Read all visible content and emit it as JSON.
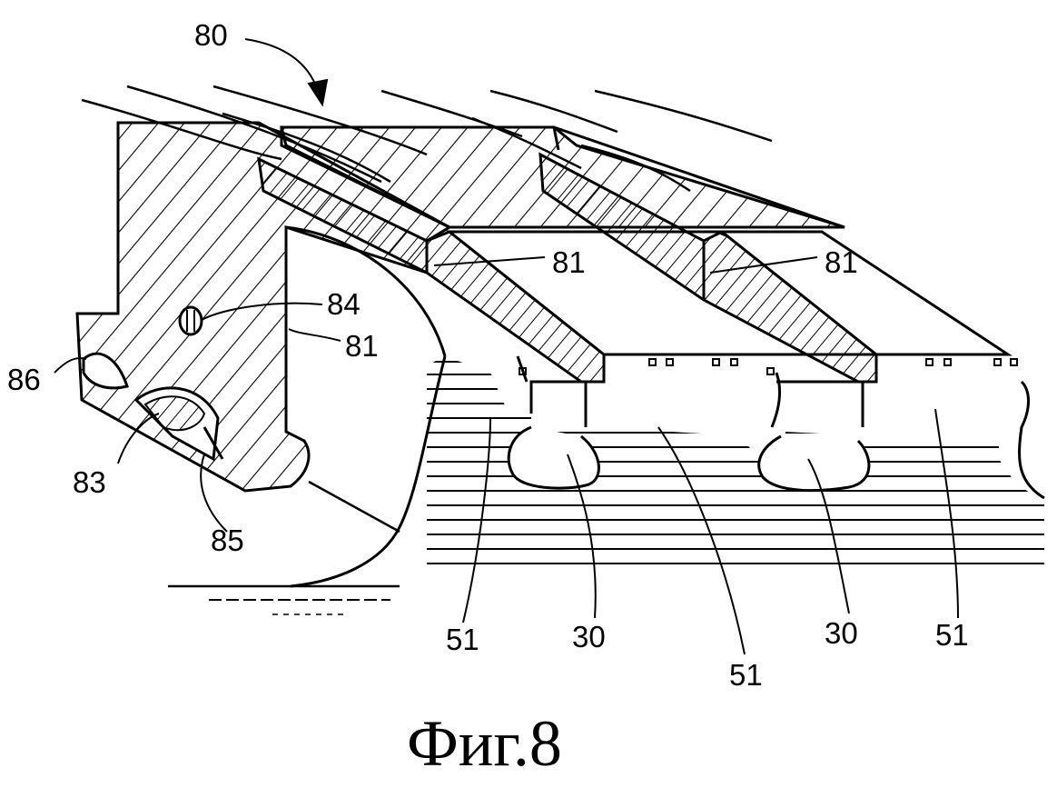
{
  "figure": {
    "caption": "Фиг.8",
    "labels": {
      "l80": "80",
      "l81a": "81",
      "l81b": "81",
      "l81c": "81",
      "l84": "84",
      "l86": "86",
      "l83": "83",
      "l85": "85",
      "l51a": "51",
      "l30a": "30",
      "l51b": "51",
      "l30b": "30",
      "l51c": "51"
    }
  },
  "colors": {
    "ink": "#000000",
    "paper": "#ffffff"
  }
}
